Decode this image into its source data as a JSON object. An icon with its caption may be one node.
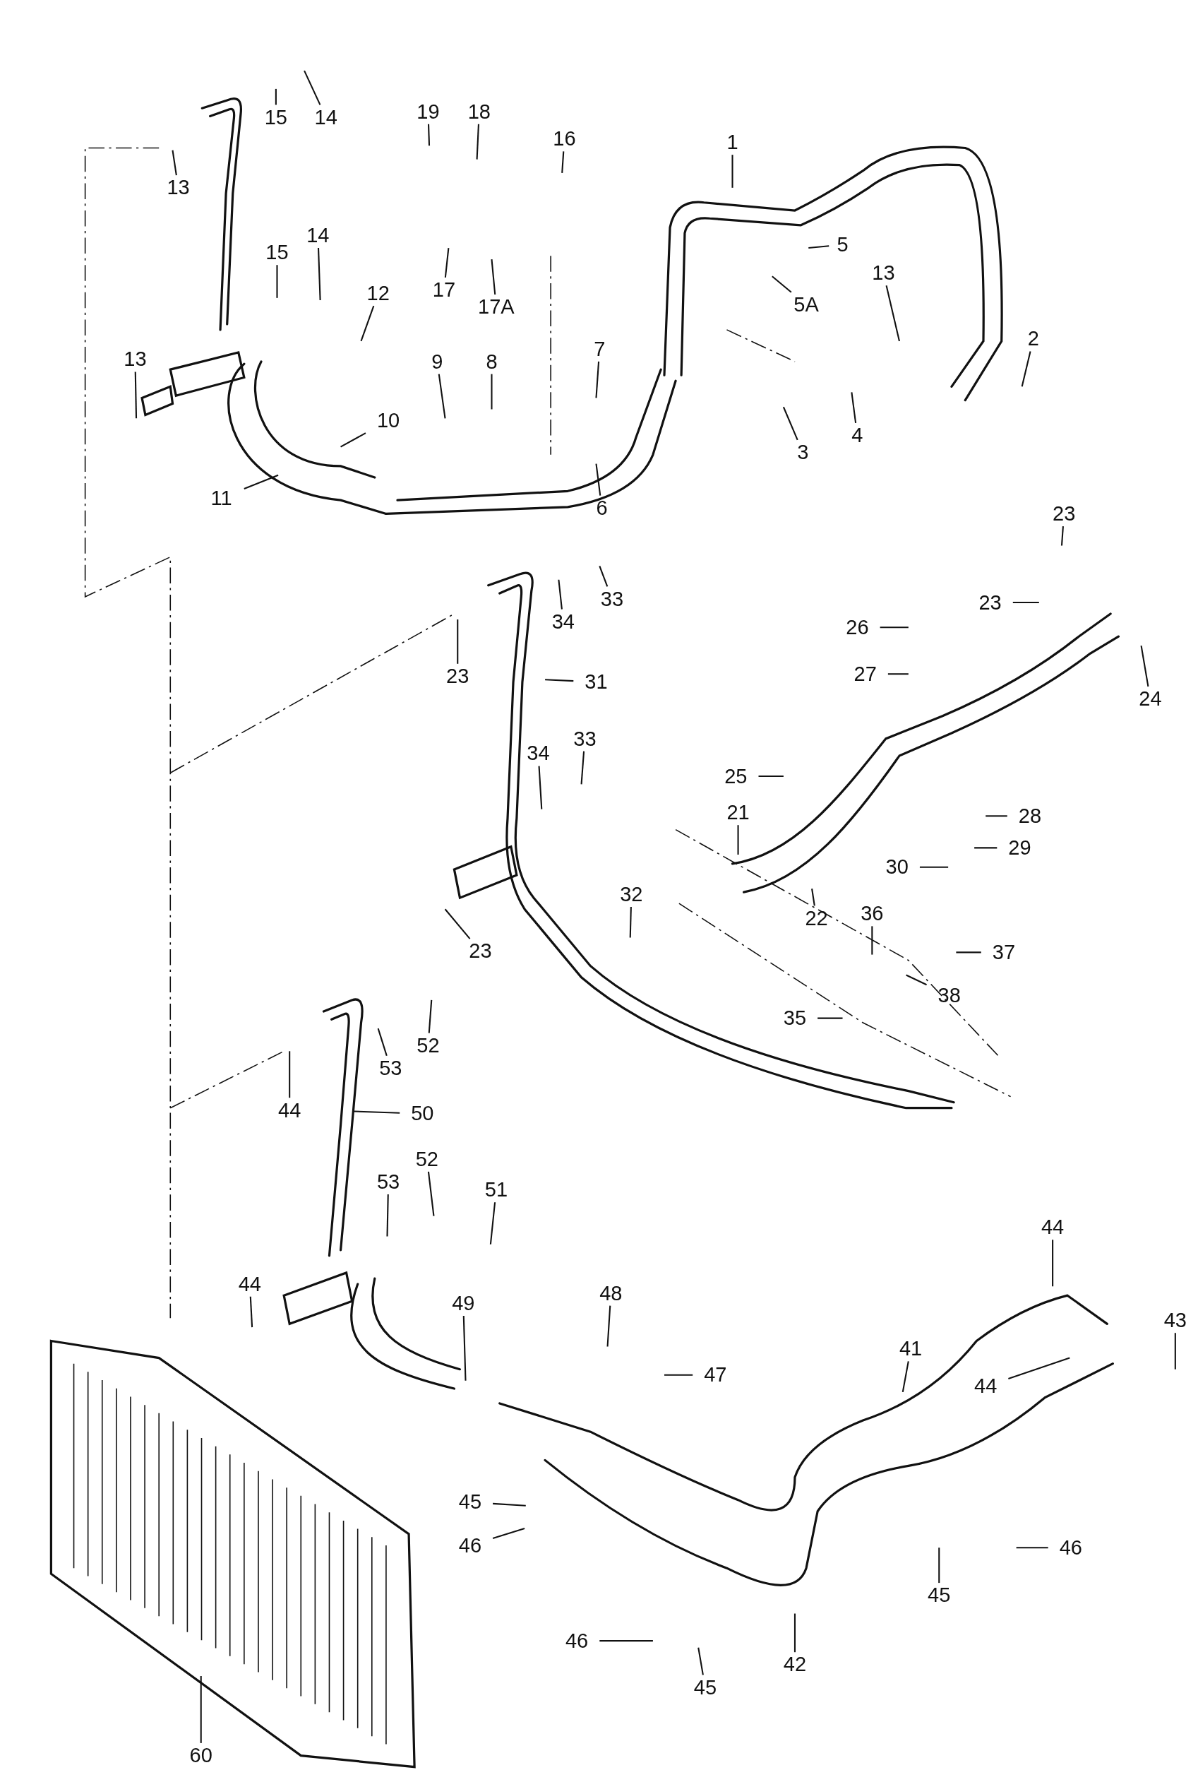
{
  "diagram": {
    "nodes": [
      {
        "text": [
          "1"
        ]
      },
      {
        "text": [
          "19"
        ]
      },
      {
        "text": [
          "18"
        ]
      },
      {
        "text": [
          "16"
        ]
      },
      {
        "text": [
          "14"
        ]
      },
      {
        "text": [
          "15"
        ]
      },
      {
        "text": [
          "13"
        ]
      },
      {
        "text": [
          "5"
        ]
      },
      {
        "text": [
          "14"
        ]
      },
      {
        "text": [
          "15"
        ]
      },
      {
        "text": [
          "17"
        ]
      },
      {
        "text": [
          "17A"
        ]
      },
      {
        "text": [
          "12"
        ]
      },
      {
        "text": [
          "5A"
        ]
      },
      {
        "text": [
          "13"
        ]
      },
      {
        "text": [
          "2"
        ]
      },
      {
        "text": [
          "7"
        ]
      },
      {
        "text": [
          "13"
        ]
      },
      {
        "text": [
          "9"
        ]
      },
      {
        "text": [
          "8"
        ]
      },
      {
        "text": [
          "10"
        ]
      },
      {
        "text": [
          "4"
        ]
      },
      {
        "text": [
          "3"
        ]
      },
      {
        "text": [
          "11"
        ]
      },
      {
        "text": [
          "6"
        ]
      },
      {
        "text": [
          "23"
        ]
      },
      {
        "text": [
          "33"
        ]
      },
      {
        "text": [
          "23"
        ]
      },
      {
        "text": [
          "26"
        ]
      },
      {
        "text": [
          "34"
        ]
      },
      {
        "text": [
          "27"
        ]
      },
      {
        "text": [
          "23"
        ]
      },
      {
        "text": [
          "31"
        ]
      },
      {
        "text": [
          "24"
        ]
      },
      {
        "text": [
          "33"
        ]
      },
      {
        "text": [
          "34"
        ]
      },
      {
        "text": [
          "25"
        ]
      },
      {
        "text": [
          "21"
        ]
      },
      {
        "text": [
          "28"
        ]
      },
      {
        "text": [
          "29"
        ]
      },
      {
        "text": [
          "30"
        ]
      },
      {
        "text": [
          "32"
        ]
      },
      {
        "text": [
          "36"
        ]
      },
      {
        "text": [
          "22"
        ]
      },
      {
        "text": [
          "23"
        ]
      },
      {
        "text": [
          "37"
        ]
      },
      {
        "text": [
          "38"
        ]
      },
      {
        "text": [
          "35"
        ]
      },
      {
        "text": [
          "52"
        ]
      },
      {
        "text": [
          "53"
        ]
      },
      {
        "text": [
          "44"
        ]
      },
      {
        "text": [
          "50"
        ]
      },
      {
        "text": [
          "52"
        ]
      },
      {
        "text": [
          "53"
        ]
      },
      {
        "text": [
          "51"
        ]
      },
      {
        "text": [
          "44"
        ]
      },
      {
        "text": [
          "44"
        ]
      },
      {
        "text": [
          "48"
        ]
      },
      {
        "text": [
          "49"
        ]
      },
      {
        "text": [
          "43"
        ]
      },
      {
        "text": [
          "41"
        ]
      },
      {
        "text": [
          "47"
        ]
      },
      {
        "text": [
          "44"
        ]
      },
      {
        "text": [
          "45"
        ]
      },
      {
        "text": [
          "46"
        ]
      },
      {
        "text": [
          "46"
        ]
      },
      {
        "text": [
          "45"
        ]
      },
      {
        "text": [
          "46"
        ]
      },
      {
        "text": [
          "42"
        ]
      },
      {
        "text": [
          "45"
        ]
      },
      {
        "text": [
          "60"
        ]
      },
      {
        "text": [],
        "shape": "picture"
      }
    ],
    "edges": [
      {
        "from": 0,
        "to": null,
        "arrow": "none"
      },
      {
        "from": 1,
        "to": null,
        "arrow": "none"
      },
      {
        "from": 2,
        "to": null,
        "arrow": "none"
      },
      {
        "from": 3,
        "to": null,
        "arrow": "none"
      },
      {
        "from": 4,
        "to": null,
        "arrow": "none"
      },
      {
        "from": 5,
        "to": null,
        "arrow": "none"
      },
      {
        "from": 6,
        "to": null,
        "arrow": "none"
      },
      {
        "from": 7,
        "to": null,
        "arrow": "none"
      },
      {
        "from": 8,
        "to": null,
        "arrow": "none"
      },
      {
        "from": 9,
        "to": null,
        "arrow": "none"
      },
      {
        "from": 10,
        "to": null,
        "arrow": "none"
      },
      {
        "from": 11,
        "to": null,
        "arrow": "none"
      },
      {
        "from": 12,
        "to": null,
        "arrow": "none"
      },
      {
        "from": 13,
        "to": null,
        "arrow": "none"
      },
      {
        "from": 14,
        "to": null,
        "arrow": "none"
      },
      {
        "from": 15,
        "to": null,
        "arrow": "none"
      },
      {
        "from": 16,
        "to": null,
        "arrow": "none"
      },
      {
        "from": 17,
        "to": null,
        "arrow": "none"
      },
      {
        "from": 18,
        "to": null,
        "arrow": "none"
      },
      {
        "from": 19,
        "to": null,
        "arrow": "none"
      },
      {
        "from": 20,
        "to": null,
        "arrow": "none"
      },
      {
        "from": 21,
        "to": null,
        "arrow": "none"
      },
      {
        "from": 22,
        "to": null,
        "arrow": "none"
      },
      {
        "from": 23,
        "to": null,
        "arrow": "none"
      },
      {
        "from": 24,
        "to": null,
        "arrow": "none"
      },
      {
        "from": 25,
        "to": null,
        "arrow": "none"
      },
      {
        "from": 26,
        "to": null,
        "arrow": "none"
      },
      {
        "from": 27,
        "to": null,
        "arrow": "none"
      },
      {
        "from": 28,
        "to": null,
        "arrow": "none"
      },
      {
        "from": 29,
        "to": null,
        "arrow": "none"
      },
      {
        "from": 30,
        "to": null,
        "arrow": "none"
      },
      {
        "from": 31,
        "to": null,
        "arrow": "none"
      },
      {
        "from": 32,
        "to": null,
        "arrow": "none"
      },
      {
        "from": 33,
        "to": null,
        "arrow": "none"
      },
      {
        "from": 34,
        "to": null,
        "arrow": "none"
      },
      {
        "from": 35,
        "to": null,
        "arrow": "none"
      },
      {
        "from": 36,
        "to": null,
        "arrow": "none"
      },
      {
        "from": 37,
        "to": null,
        "arrow": "none"
      },
      {
        "from": 38,
        "to": null,
        "arrow": "none"
      },
      {
        "from": 39,
        "to": null,
        "arrow": "none"
      },
      {
        "from": 40,
        "to": null,
        "arrow": "none"
      },
      {
        "from": 41,
        "to": null,
        "arrow": "none"
      },
      {
        "from": 42,
        "to": null,
        "arrow": "none"
      },
      {
        "from": 43,
        "to": null,
        "arrow": "none"
      },
      {
        "from": 44,
        "to": null,
        "arrow": "none"
      },
      {
        "from": 45,
        "to": null,
        "arrow": "none"
      },
      {
        "from": 46,
        "to": null,
        "arrow": "none"
      },
      {
        "from": 47,
        "to": null,
        "arrow": "none"
      },
      {
        "from": 48,
        "to": null,
        "arrow": "none"
      },
      {
        "from": 49,
        "to": null,
        "arrow": "none"
      },
      {
        "from": 50,
        "to": null,
        "arrow": "none"
      },
      {
        "from": 51,
        "to": null,
        "arrow": "none"
      },
      {
        "from": 52,
        "to": null,
        "arrow": "none"
      },
      {
        "from": 53,
        "to": null,
        "arrow": "none"
      },
      {
        "from": 54,
        "to": null,
        "arrow": "none"
      },
      {
        "from": 55,
        "to": null,
        "arrow": "none"
      },
      {
        "from": 56,
        "to": null,
        "arrow": "none"
      },
      {
        "from": 57,
        "to": null,
        "arrow": "none"
      },
      {
        "from": 58,
        "to": null,
        "arrow": "none"
      },
      {
        "from": 59,
        "to": null,
        "arrow": "none"
      },
      {
        "from": 60,
        "to": null,
        "arrow": "none"
      },
      {
        "from": 61,
        "to": null,
        "arrow": "none"
      },
      {
        "from": 62,
        "to": null,
        "arrow": "none"
      },
      {
        "from": 63,
        "to": null,
        "arrow": "none"
      },
      {
        "from": 64,
        "to": null,
        "arrow": "none"
      },
      {
        "from": 65,
        "to": null,
        "arrow": "none"
      },
      {
        "from": 66,
        "to": null,
        "arrow": "none"
      },
      {
        "from": 67,
        "to": null,
        "arrow": "none"
      },
      {
        "from": 68,
        "to": null,
        "arrow": "none"
      },
      {
        "from": 69,
        "to": null,
        "arrow": "none"
      },
      {
        "from": 70,
        "to": 71,
        "arrow": "none"
      }
    ]
  }
}
